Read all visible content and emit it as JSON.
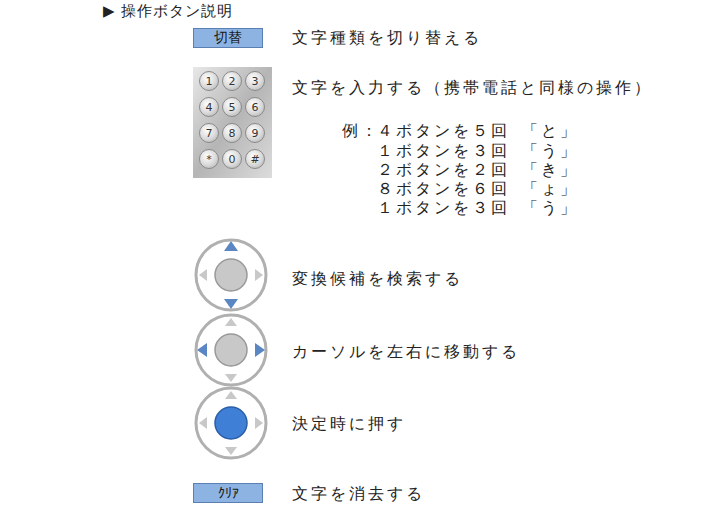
{
  "diagram": {
    "title": "▶ 操作ボタン説明",
    "nodes": [
      {
        "text": [
          "切替"
        ]
      },
      {
        "text": [
          "1"
        ]
      },
      {
        "text": [
          "2"
        ]
      },
      {
        "text": [
          "3"
        ]
      },
      {
        "text": [
          "4"
        ]
      },
      {
        "text": [
          "5"
        ]
      },
      {
        "text": [
          "6"
        ]
      },
      {
        "text": [
          "7"
        ]
      },
      {
        "text": [
          "8"
        ]
      },
      {
        "text": [
          "9"
        ]
      },
      {
        "text": [
          "*"
        ]
      },
      {
        "text": [
          "0"
        ]
      },
      {
        "text": [
          "#"
        ]
      },
      {
        "text": [
          "ｸﾘｱ"
        ]
      }
    ],
    "labels": [
      "文字種類を切り替える",
      "文字を入力する（携帯電話と同様の操作）",
      "例：",
      "４ボタンを５回",
      "「と」",
      "１ボタンを３回",
      "「う」",
      "２ボタンを２回",
      "「き」",
      "８ボタンを６回",
      "「ょ」",
      "１ボタンを３回",
      "「う」",
      "変換候補を検索する",
      "カーソルを左右に移動する",
      "決定時に押す",
      "文字を消去する"
    ]
  }
}
